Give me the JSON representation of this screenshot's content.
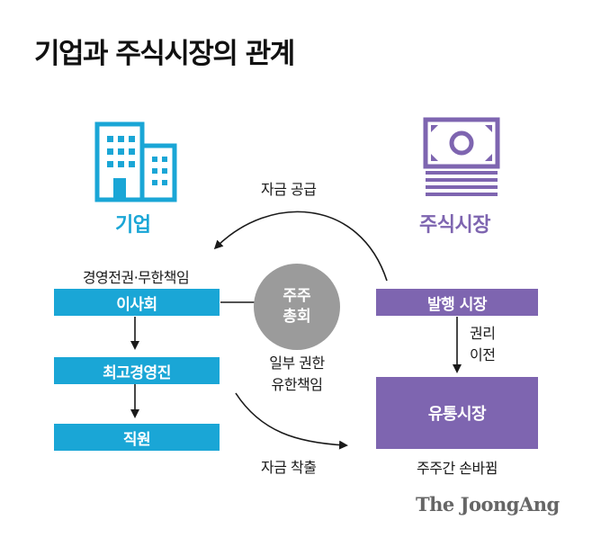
{
  "title": "기업과 주식시장의 관계",
  "left": {
    "heading": "기업",
    "icon": "building-icon",
    "above_board_label": "경영전권·무한책임",
    "board": "이사회",
    "executives": "최고경영진",
    "staff": "직원"
  },
  "right": {
    "heading": "주식시장",
    "icon": "money-stack-icon",
    "primary_market": "발행 시장",
    "transfer_label_1": "권리",
    "transfer_label_2": "이전",
    "secondary_market": "유통시장",
    "below_label": "주주간 손바뀜"
  },
  "center": {
    "circle_line1": "주주",
    "circle_line2": "총회",
    "below_line1": "일부 권한",
    "below_line2": "유한책임"
  },
  "flows": {
    "top_arrow_label": "자금 공급",
    "bottom_arrow_label": "자금 착출"
  },
  "logo": "The JoongAng",
  "colors": {
    "blue": "#1aa6d6",
    "purple": "#7e65b0",
    "gray": "#9b9b9b"
  }
}
